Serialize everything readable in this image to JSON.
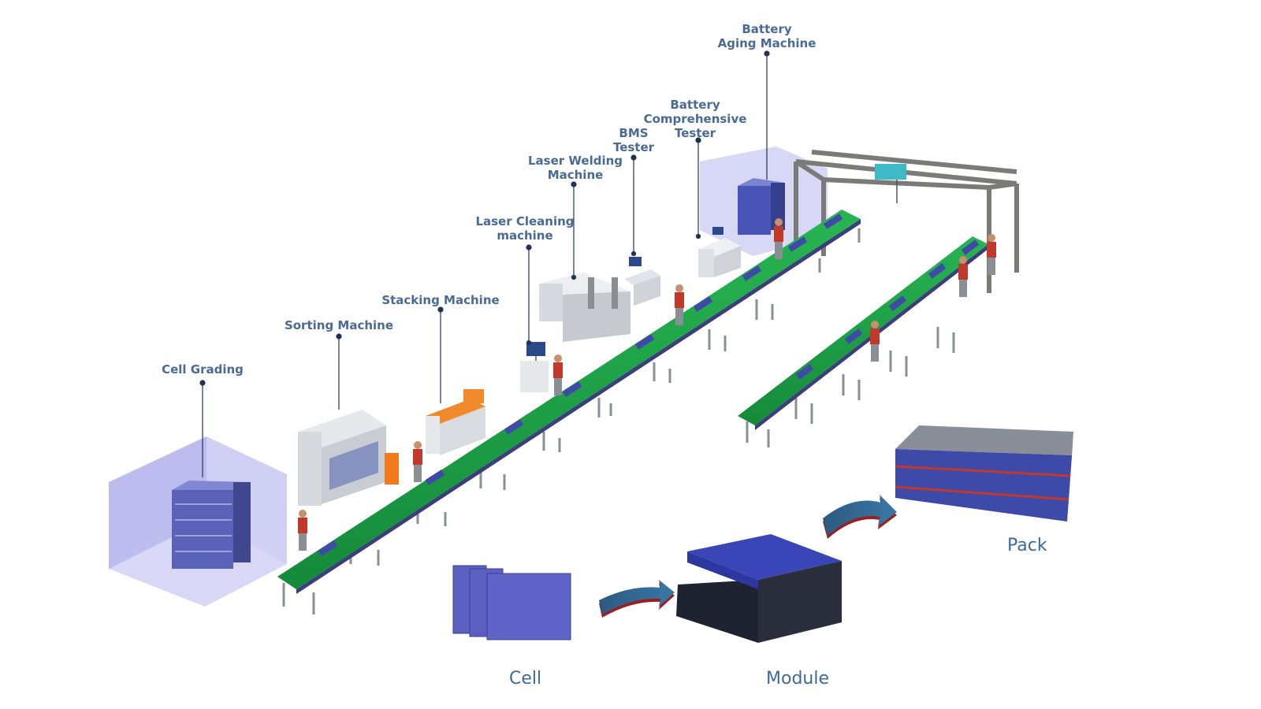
{
  "labels": {
    "cell_grading": "Cell Grading",
    "sorting_machine": "Sorting Machine",
    "stacking_machine": "Stacking Machine",
    "laser_cleaning": [
      "Laser Cleaning",
      "machine"
    ],
    "laser_welding": [
      "Laser Welding",
      "Machine"
    ],
    "bms_tester": [
      "BMS",
      "Tester"
    ],
    "battery_comprehensive_tester": [
      "Battery",
      "Comprehensive",
      "Tester"
    ],
    "battery_aging_machine": [
      "Battery",
      "Aging Machine"
    ]
  },
  "stages": {
    "cell": "Cell",
    "module": "Module",
    "pack": "Pack"
  },
  "colors": {
    "label_text": "#4a6a96",
    "leader_line": "#1f3356",
    "conveyor_belt": "#1fa84a",
    "conveyor_frame": "#8a8f96",
    "enclosure": "#8c8ce0",
    "battery_blue": "#4a55b8",
    "arrow_blue": "#2e5f86",
    "arrow_red": "#9a2020",
    "worker_shirt": "#c0392b"
  }
}
